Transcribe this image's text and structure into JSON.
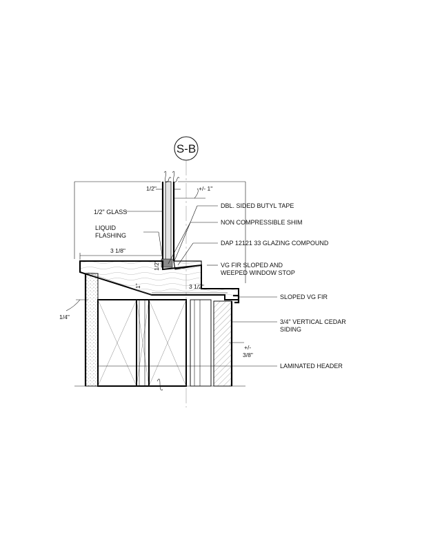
{
  "section_marker": "S-B",
  "callouts": {
    "glass": "1/2\" GLASS",
    "liquid_flashing_1": "LIQUID",
    "liquid_flashing_2": "FLASHING",
    "butyl_tape": "DBL. SIDED BUTYL TAPE",
    "shim": "NON COMPRESSIBLE SHIM",
    "glazing_compound": "DAP 12121 33 GLAZING COMPOUND",
    "window_stop_1": "VG FIR SLOPED AND",
    "window_stop_2": "WEEPED WINDOW STOP",
    "sloped_fir": "SLOPED VG FIR",
    "cedar_siding_1": "3/4\" VERTICAL CEDAR",
    "cedar_siding_2": "SIDING",
    "laminated_header": "LAMINATED HEADER"
  },
  "dimensions": {
    "glass_thickness": "1/2\"",
    "offset_1": "+/- 1\"",
    "sill_width": "3 1/8\"",
    "vertical_half": "1/2\"",
    "vertical_one": "1\"",
    "stop_width": "3 1/2\"",
    "quarter": "1/4\"",
    "offset_38_a": "+/-",
    "offset_38_b": "3/8\""
  }
}
